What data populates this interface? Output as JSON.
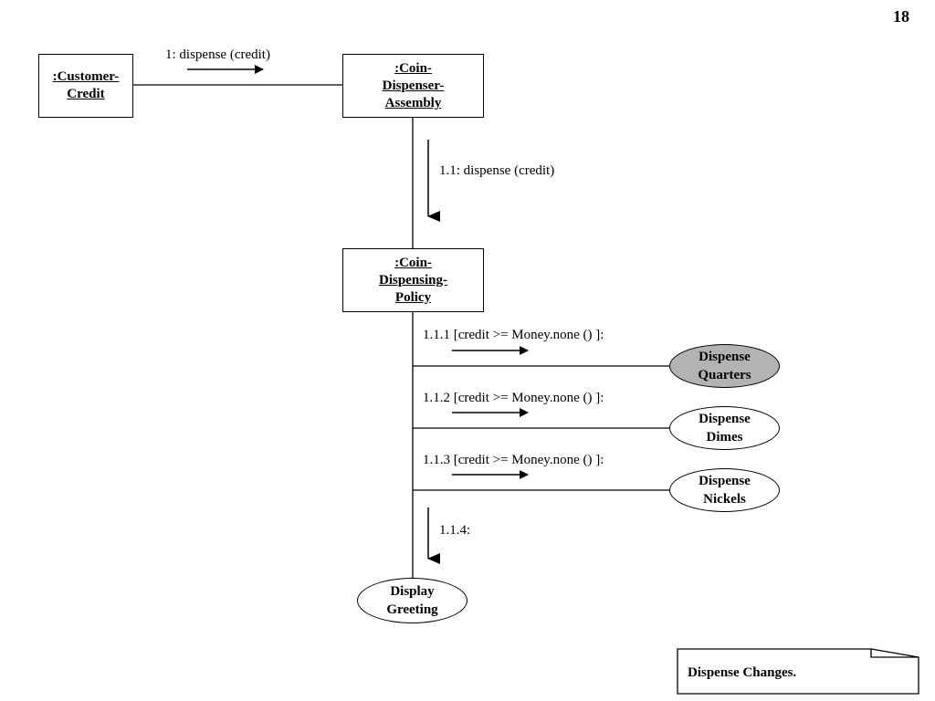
{
  "page_number": "18",
  "objects": {
    "customer_credit": [
      ":Customer-",
      "Credit"
    ],
    "coin_dispenser_assembly": [
      ":Coin-",
      "Dispenser-",
      "Assembly"
    ],
    "coin_dispensing_policy": [
      ":Coin-",
      "Dispensing-",
      "Policy"
    ]
  },
  "messages": {
    "m1": "1: dispense (credit)",
    "m1_1": "1.1: dispense (credit)",
    "m1_1_1": "1.1.1 [credit >= Money.none () ]:",
    "m1_1_2": "1.1.2 [credit >= Money.none () ]:",
    "m1_1_3": "1.1.3 [credit >= Money.none () ]:",
    "m1_1_4": "1.1.4:"
  },
  "actions": {
    "quarters": [
      "Dispense",
      "Quarters"
    ],
    "dimes": [
      "Dispense",
      "Dimes"
    ],
    "nickels": [
      "Dispense",
      "Nickels"
    ],
    "greeting": [
      "Display",
      "Greeting"
    ]
  },
  "colors": {
    "highlight_fill": "#b3b3b3"
  },
  "note": "Dispense Changes."
}
